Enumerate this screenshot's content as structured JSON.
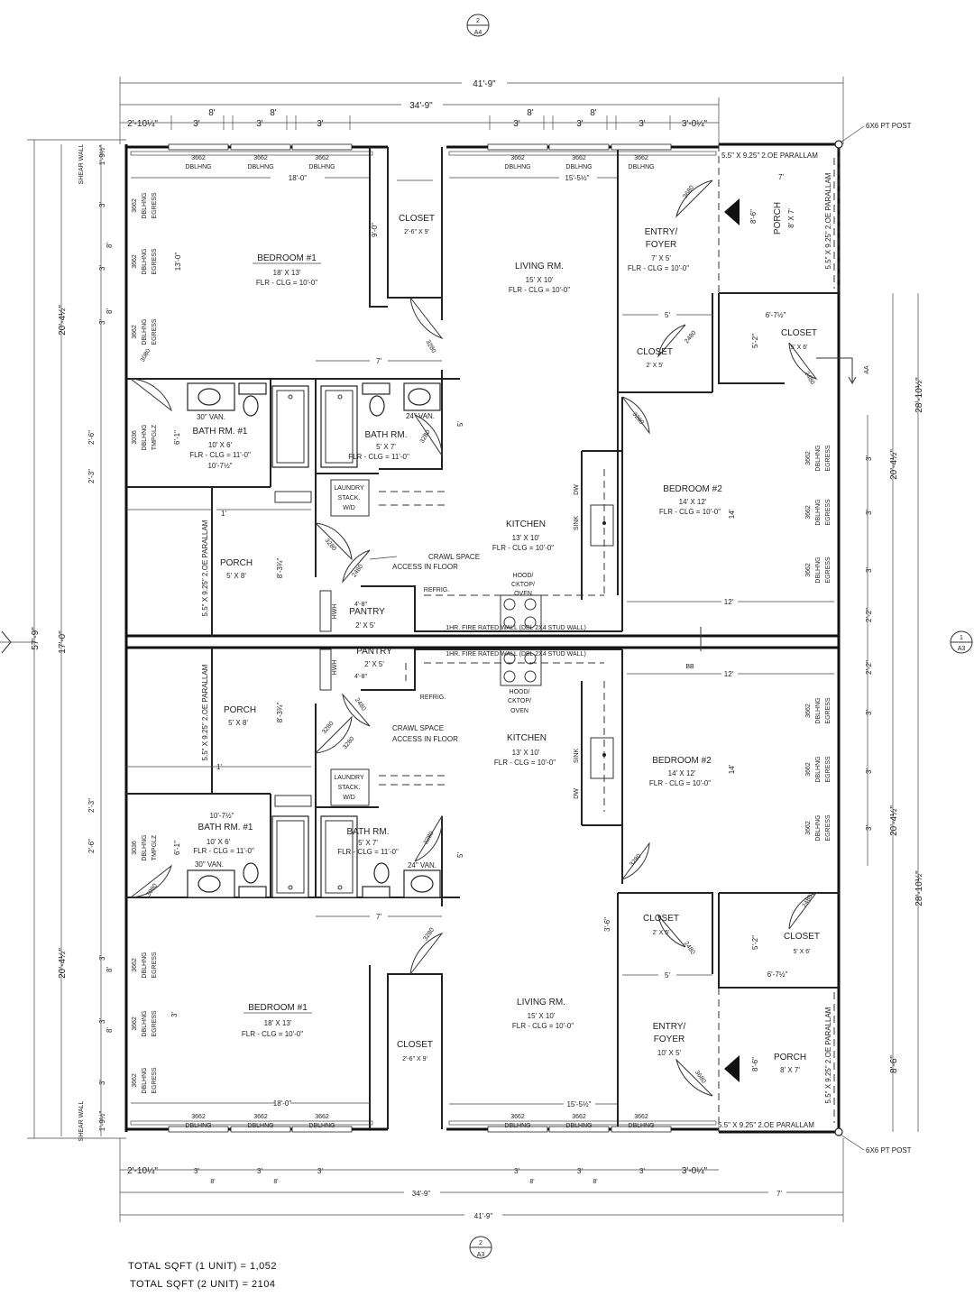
{
  "dims": {
    "overall_width": "41'-9\"",
    "front_width": "34'-9\"",
    "overall_depth": "57'-9\"",
    "middle_span": "17'-0\"",
    "unit_depth": "28'-10½\"",
    "side_left": "20'-4½\"",
    "side_right": "20'-4½\"",
    "porch_width": "7'",
    "top_segments": [
      "2'-10¼\"",
      "3'",
      "8'",
      "3'",
      "3'",
      "8'",
      "3'",
      "3'",
      "8'",
      "3'",
      "3'-0¼\""
    ],
    "left_segments": [
      "1'-9½\"",
      "3'",
      "8'",
      "3'",
      "8'",
      "3'",
      "2'-6\"",
      "2'-3\""
    ],
    "right_segments": [
      "3'",
      "3'",
      "3'",
      "2'-2\"",
      "2'-2\"",
      "3'",
      "3'",
      "3'"
    ],
    "bedroom_clear": "18'-0\"",
    "living_clear": "15'-5½\"",
    "closet_depth": "9'-0\"",
    "bedroom_height_dim": "13'-0\"",
    "bath_width": "7'",
    "bath_depth": "5'",
    "vanity_dim": "10'-7½\"",
    "bath_height": "6'-1\"",
    "porch_depth": "8'-3¾\"",
    "porch_gap": "1'",
    "pantry_dim": "4'-8\"",
    "bedroom2_width": "12'",
    "bedroom2_depth": "14'",
    "closet5": "5'",
    "closet_dim": "6'-7½\"",
    "closet_height": "5'-2\"",
    "entry_depth": "8'-6\"",
    "closet_small_h": "3'-6\""
  },
  "markers": {
    "top": {
      "num": "2",
      "sheet": "A4"
    },
    "bottom": {
      "num": "2",
      "sheet": "A3"
    },
    "right": {
      "num": "1",
      "sheet": "A3"
    }
  },
  "labels": {
    "shear_wall": "SHEAR WALL",
    "post": "6X6 PT POST",
    "aa": "AA",
    "bb": "BB",
    "parallam_h": "5.5\" X 9.25\" 2.OE PARALLAM",
    "parallam_v": "5.5\" X 9.25\" 2.OE PARALLAM",
    "fire_wall": "1HR. FIRE RATED WALL (DBL 2X4 STUD WALL)",
    "crawl1": "CRAWL SPACE",
    "crawl2": "ACCESS IN FLOOR",
    "refrig": "REFRIG.",
    "hood1": "HOOD/",
    "hood2": "CKTOP/",
    "hood3": "OVEN",
    "sink": "SINK",
    "dw": "DW",
    "hwh": "HWH",
    "van30": "30\" VAN.",
    "van24": "24\" VAN.",
    "laundry1": "LAUNDRY",
    "laundry2": "STACK.",
    "laundry3": "W/D",
    "win_top1": "3662",
    "win_top2": "DBLHNG",
    "win_egress": "EGRESS",
    "win_3036": "3036",
    "win_tmpglz": "TMPGLZ",
    "door_3080": "3080",
    "door_3280": "3280",
    "door_2480": "2480",
    "door_3680": "3680"
  },
  "rooms": {
    "bedroom1": {
      "name": "BEDROOM #1",
      "size": "18' X 13'",
      "clg": "FLR - CLG = 10'-0\""
    },
    "living": {
      "name": "LIVING RM.",
      "size": "15' X 10'",
      "clg": "FLR - CLG = 10'-0\""
    },
    "entry_top": {
      "name": "ENTRY/",
      "name2": "FOYER",
      "size": "7' X 5'",
      "clg": "FLR - CLG = 10'-0\""
    },
    "entry_bot": {
      "name": "ENTRY/",
      "name2": "FOYER",
      "size": "10' X 5'"
    },
    "porch_top_r": {
      "name": "PORCH",
      "size": "8' X 7'"
    },
    "porch_bot_r": {
      "name": "PORCH",
      "size": "8' X 7'"
    },
    "closet_bed1": {
      "name": "CLOSET",
      "size": "2'-6\" X 9'"
    },
    "closet_small": {
      "name": "CLOSET",
      "size": "2' X 5'"
    },
    "closet_big": {
      "name": "CLOSET",
      "size": "5' X 6'"
    },
    "bath1": {
      "name": "BATH RM. #1",
      "size": "10' X 6'",
      "clg": "FLR - CLG = 11'-0\""
    },
    "bath2": {
      "name": "BATH RM.",
      "size": "5' X 7'",
      "clg": "FLR - CLG = 11'-0\""
    },
    "bedroom2": {
      "name": "BEDROOM #2",
      "size": "14' X 12'",
      "clg": "FLR - CLG = 10'-0\""
    },
    "kitchen": {
      "name": "KITCHEN",
      "size": "13' X 10'",
      "clg": "FLR - CLG = 10'-0\""
    },
    "porch_mid": {
      "name": "PORCH",
      "size": "5' X 8'"
    },
    "pantry": {
      "name": "PANTRY",
      "size": "2' X 5'"
    }
  },
  "totals": {
    "unit1": "TOTAL SQFT (1 UNIT)  =  1,052",
    "unit2": "TOTAL SQFT (2 UNIT)  =  2104"
  }
}
